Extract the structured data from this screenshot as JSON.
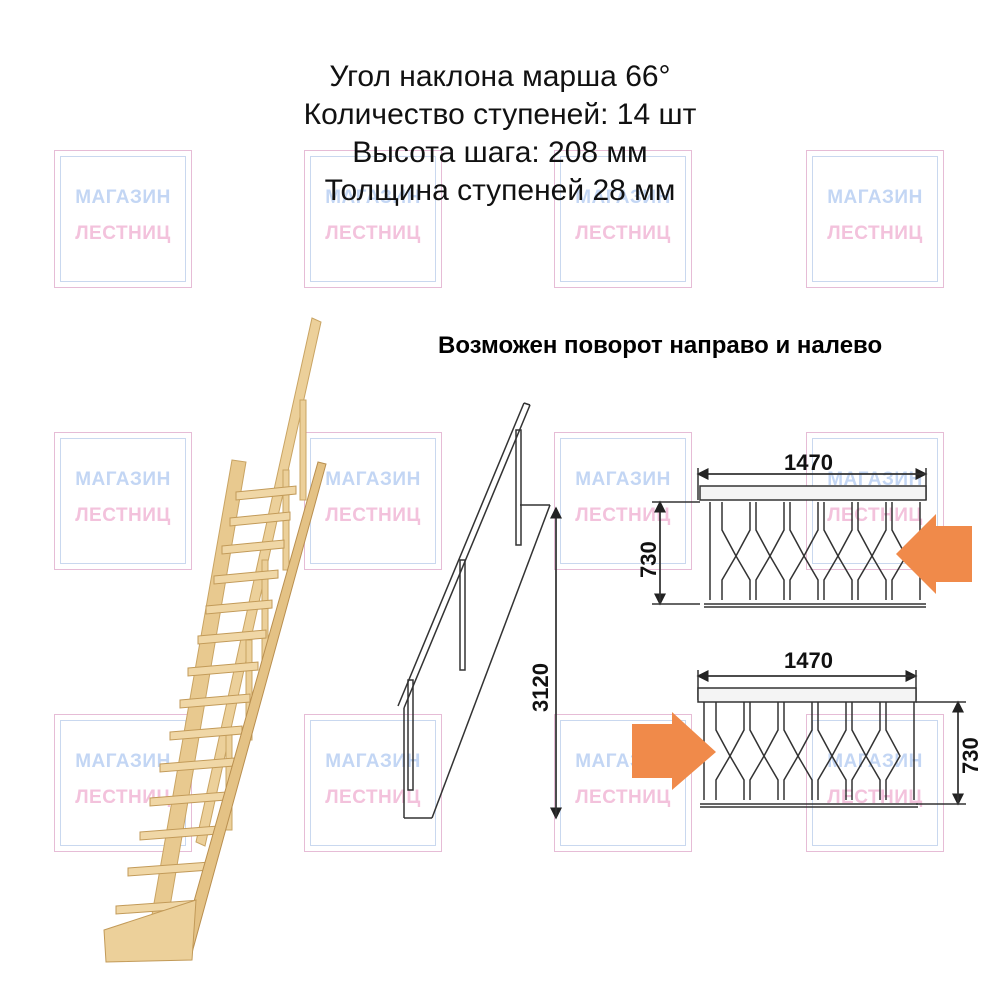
{
  "watermark": {
    "line1": "МАГАЗИН",
    "line2": "ЛЕСТНИЦ"
  },
  "specs": {
    "angle": "Угол наклона марша 66°",
    "steps_count": "Количество ступеней: 14 шт",
    "step_height": "Высота шага: 208 мм",
    "step_thickness": "Толщина ступеней 28 мм"
  },
  "turn_note": "Возможен поворот направо и налево",
  "side_view": {
    "height_label": "3120"
  },
  "plan_right": {
    "width_label": "1470",
    "depth_label": "730"
  },
  "plan_left": {
    "width_label": "1470",
    "depth_label": "730"
  },
  "colors": {
    "wood": "#ecd09a",
    "wood_dark": "#c9a463",
    "arrow": "#f08a4a",
    "line": "#333333"
  }
}
